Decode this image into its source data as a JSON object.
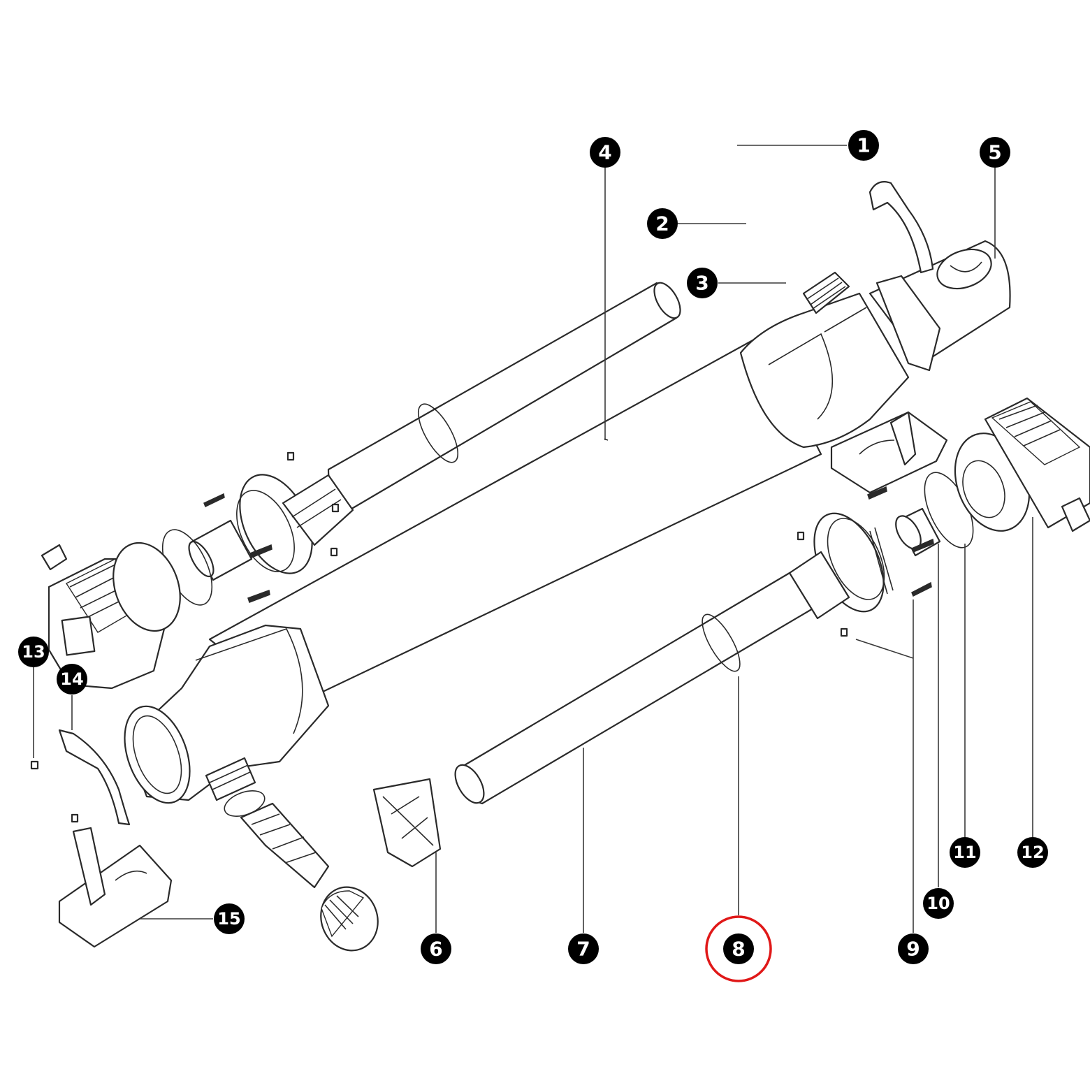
{
  "callouts": [
    {
      "id": "1",
      "label": "1"
    },
    {
      "id": "2",
      "label": "2"
    },
    {
      "id": "3",
      "label": "3"
    },
    {
      "id": "4",
      "label": "4"
    },
    {
      "id": "5",
      "label": "5"
    },
    {
      "id": "6",
      "label": "6"
    },
    {
      "id": "7",
      "label": "7"
    },
    {
      "id": "8",
      "label": "8",
      "highlighted": true
    },
    {
      "id": "9",
      "label": "9"
    },
    {
      "id": "10",
      "label": "10"
    },
    {
      "id": "11",
      "label": "11"
    },
    {
      "id": "12",
      "label": "12"
    },
    {
      "id": "13",
      "label": "13"
    },
    {
      "id": "14",
      "label": "14"
    },
    {
      "id": "15",
      "label": "15"
    }
  ],
  "colors": {
    "badge": "#000000",
    "badge_text": "#ffffff",
    "highlight": "#e01818",
    "line": "#2a2a2a"
  }
}
